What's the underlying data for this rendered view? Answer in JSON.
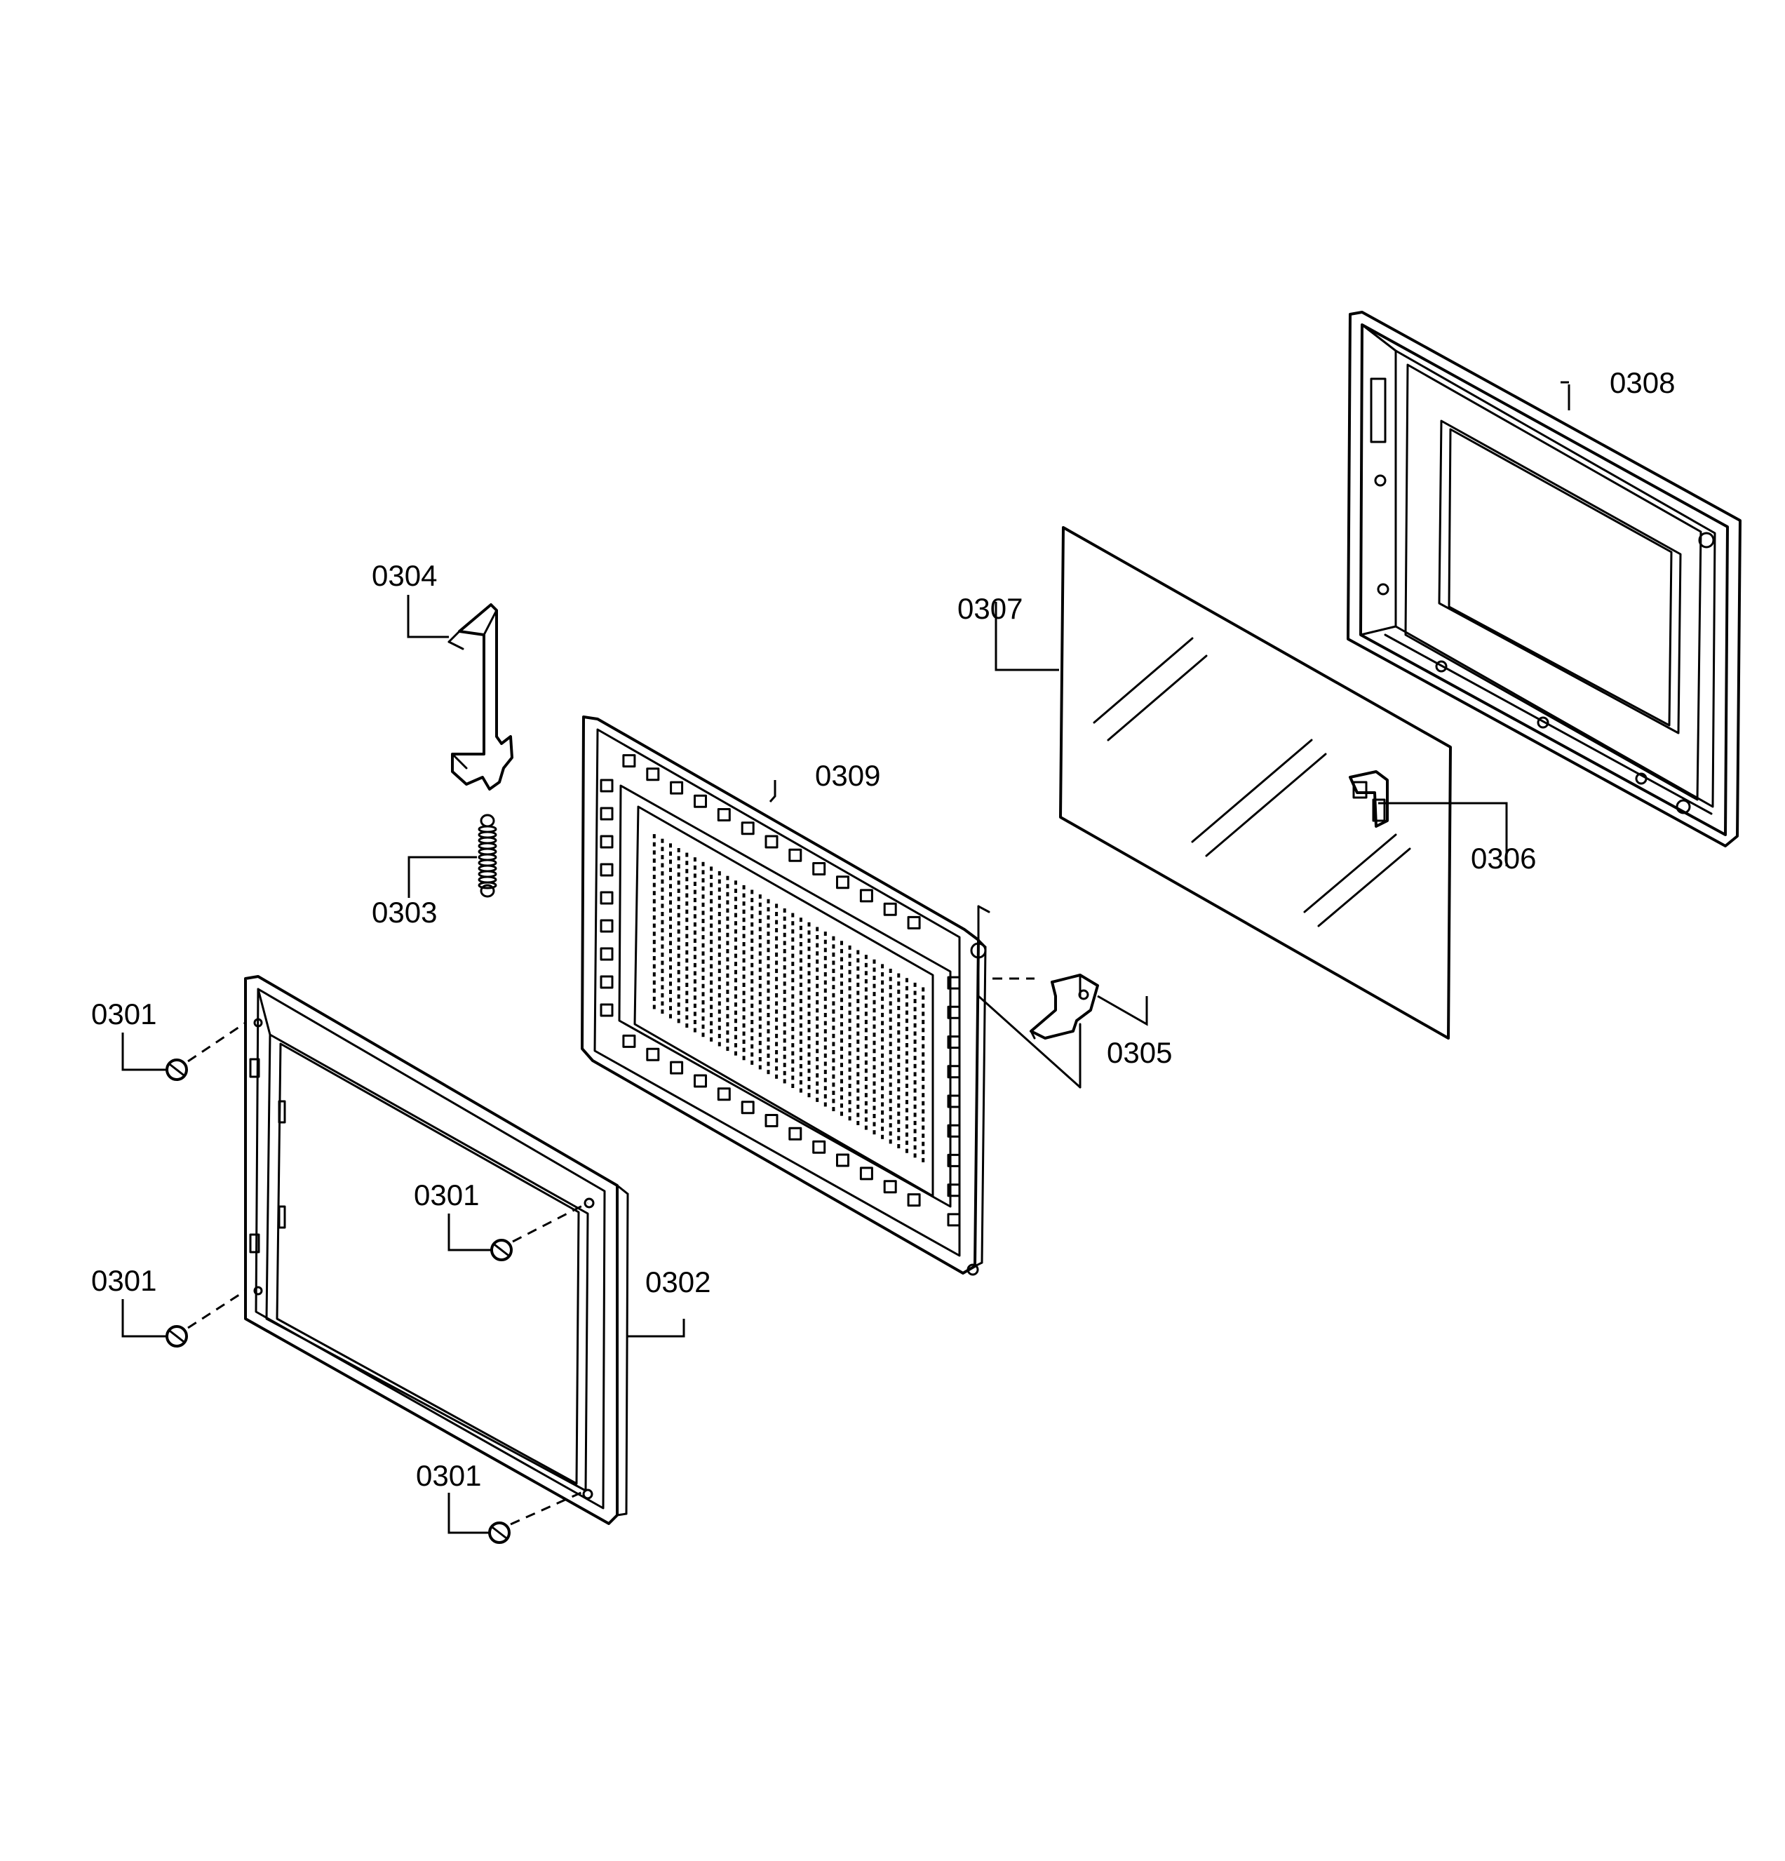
{
  "callouts": {
    "c0301a": "0301",
    "c0301b": "0301",
    "c0301c": "0301",
    "c0301d": "0301",
    "c0302": "0302",
    "c0303": "0303",
    "c0304": "0304",
    "c0305": "0305",
    "c0306": "0306",
    "c0307": "0307",
    "c0308": "0308",
    "c0309": "0309"
  }
}
